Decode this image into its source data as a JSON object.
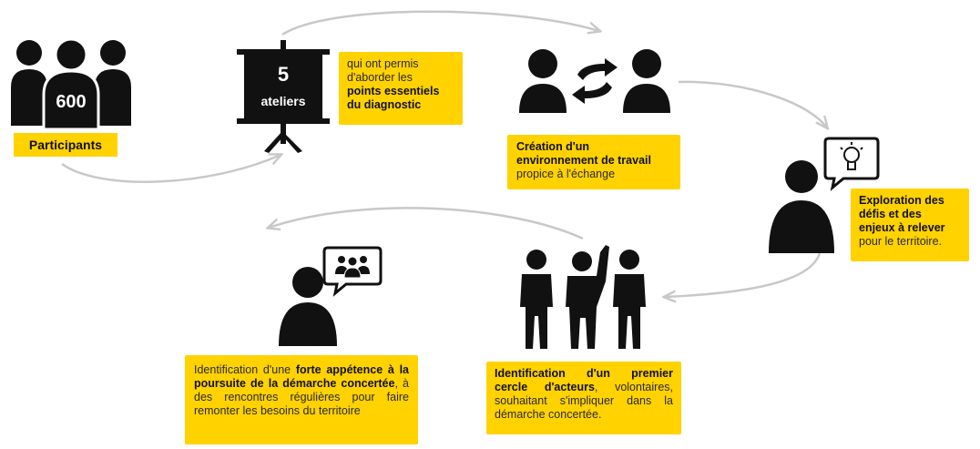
{
  "participants": {
    "count": "600",
    "label": "Participants"
  },
  "ateliers": {
    "number": "5",
    "word": "ateliers",
    "desc_line1": "qui ont permis",
    "desc_line2": "d'aborder les",
    "desc_bold1": "points essentiels",
    "desc_bold2": "du diagnostic"
  },
  "creation": {
    "bold_line1": "Création d'un",
    "bold_line2": "environnement de travail",
    "line3": "propice à l'échange"
  },
  "exploration": {
    "bold_line1": "Exploration des",
    "bold_line2": "défis et des",
    "bold_line3": "enjeux à relever",
    "line4": "pour le territoire."
  },
  "acteurs": {
    "bold1": "Identification d'un premier cercle d'acteurs",
    "rest": ", volontaires, souhaitant s'impliquer dans la démarche concertée."
  },
  "appetence": {
    "text1": "Identification d'une ",
    "bold1": "forte appétence à la poursuite de la démarche concertée",
    "text2": ", à des rencontres régulières pour faire remonter les besoins du territoire"
  },
  "colors": {
    "accent": "#ffd200",
    "icon": "#111111",
    "arrow": "#c8c8c8"
  },
  "icons": [
    "group-of-people-icon",
    "presentation-board-icon",
    "exchange-people-icon",
    "person-idea-bubble-icon",
    "three-people-raised-hand-icon",
    "person-group-bubble-icon"
  ]
}
